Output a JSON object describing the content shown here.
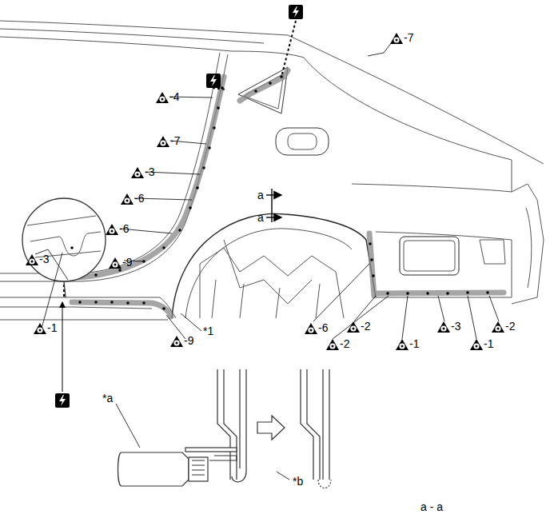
{
  "diagram": {
    "labels": [
      "-7",
      "-4",
      "-7",
      "-3",
      "-6",
      "-6",
      "-9",
      "-1",
      "-3",
      "-9",
      "*1",
      "a",
      "a",
      "-6",
      "-2",
      "-3",
      "-2",
      "-2",
      "-1",
      "-1",
      "*a",
      "*b",
      "a - a"
    ]
  }
}
